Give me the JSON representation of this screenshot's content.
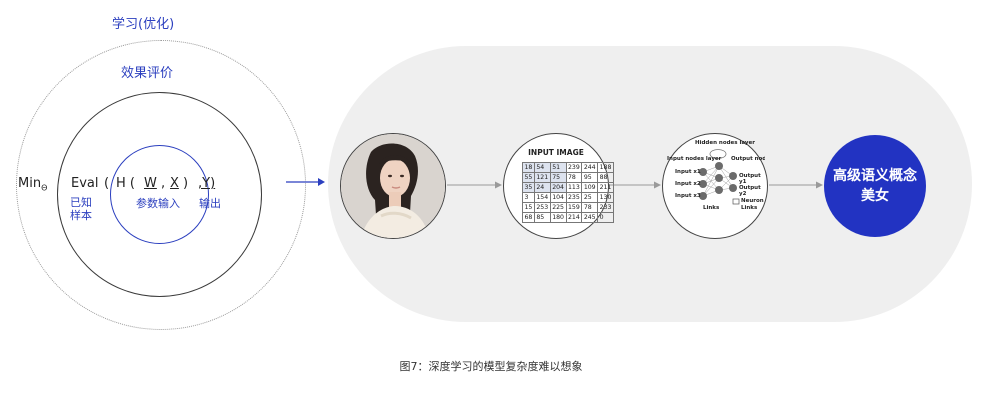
{
  "labels": {
    "learning": "学习(优化)",
    "evaluation": "效果评价",
    "min_prefix": "Min",
    "min_subscript": "Θ",
    "eval": "Eval",
    "paren_open": "(",
    "h_open": "H (",
    "w": "W",
    "comma1": ",",
    "x": "X",
    "close1": ")",
    "y_part": ",Y)",
    "known_samples_1": "已知",
    "known_samples_2": "样本",
    "params_input": "参数输入",
    "output": "输出"
  },
  "input_image": {
    "title": "INPUT IMAGE",
    "rows": [
      [
        "18",
        "54",
        "51",
        "239",
        "244",
        "188"
      ],
      [
        "55",
        "121",
        "75",
        "78",
        "95",
        "88"
      ],
      [
        "35",
        "24",
        "204",
        "113",
        "109",
        "211"
      ],
      [
        "3",
        "154",
        "104",
        "235",
        "25",
        "130"
      ],
      [
        "15",
        "253",
        "225",
        "159",
        "78",
        "233"
      ],
      [
        "68",
        "85",
        "180",
        "214",
        "245",
        "0"
      ]
    ],
    "highlight": [
      [
        0,
        0
      ],
      [
        0,
        1
      ],
      [
        0,
        2
      ],
      [
        1,
        0
      ],
      [
        1,
        1
      ],
      [
        1,
        2
      ],
      [
        2,
        0
      ],
      [
        2,
        1
      ],
      [
        2,
        2
      ]
    ]
  },
  "network": {
    "hidden": "Hidden nodes layer",
    "input_layer": "Input nodes layer",
    "output_layer": "Output nodes layer",
    "input1": "Input x1",
    "input2": "Input x2",
    "input3": "Input x3",
    "output1": "Output y1",
    "output2": "Output y2",
    "links1": "Links",
    "neuron": "Neuron",
    "links2": "Links"
  },
  "concept": {
    "line1": "高级语义概念",
    "line2": "美女"
  },
  "caption": "图7：深度学习的模型复杂度难以想象",
  "colors": {
    "accent": "#2b3fbf",
    "concept_fill": "#2233c2",
    "pipeline_bg": "#efefef"
  }
}
